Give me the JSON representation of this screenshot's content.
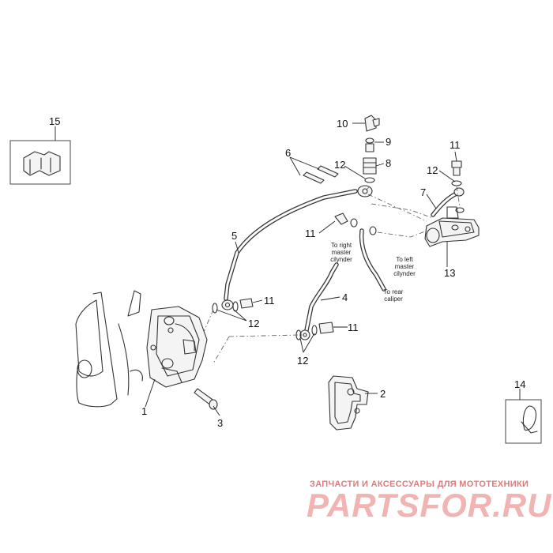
{
  "callouts": {
    "c1": "1",
    "c2": "2",
    "c3": "3",
    "c4": "4",
    "c5": "5",
    "c6": "6",
    "c7": "7",
    "c8": "8",
    "c9": "9",
    "c10": "10",
    "c11a": "11",
    "c11b": "11",
    "c11c": "11",
    "c11d": "11",
    "c12a": "12",
    "c12b": "12",
    "c12c": "12",
    "c12d": "12",
    "c13": "13",
    "c14": "14",
    "c15": "15"
  },
  "notes": {
    "right_master": [
      "To right",
      "master",
      "cilynder"
    ],
    "left_master": [
      "To left",
      "master",
      "cilynder"
    ],
    "rear_caliper": [
      "To rear",
      "caliper"
    ]
  },
  "watermark": {
    "title": "ЗАПЧАСТИ И АКСЕССУАРЫ ДЛЯ МОТОТЕХНИКИ",
    "logo": "PARTSFOR.RU"
  },
  "colors": {
    "line": "#333333",
    "watermark": "#f2b3b3",
    "watermark_text": "#e07a7a"
  }
}
